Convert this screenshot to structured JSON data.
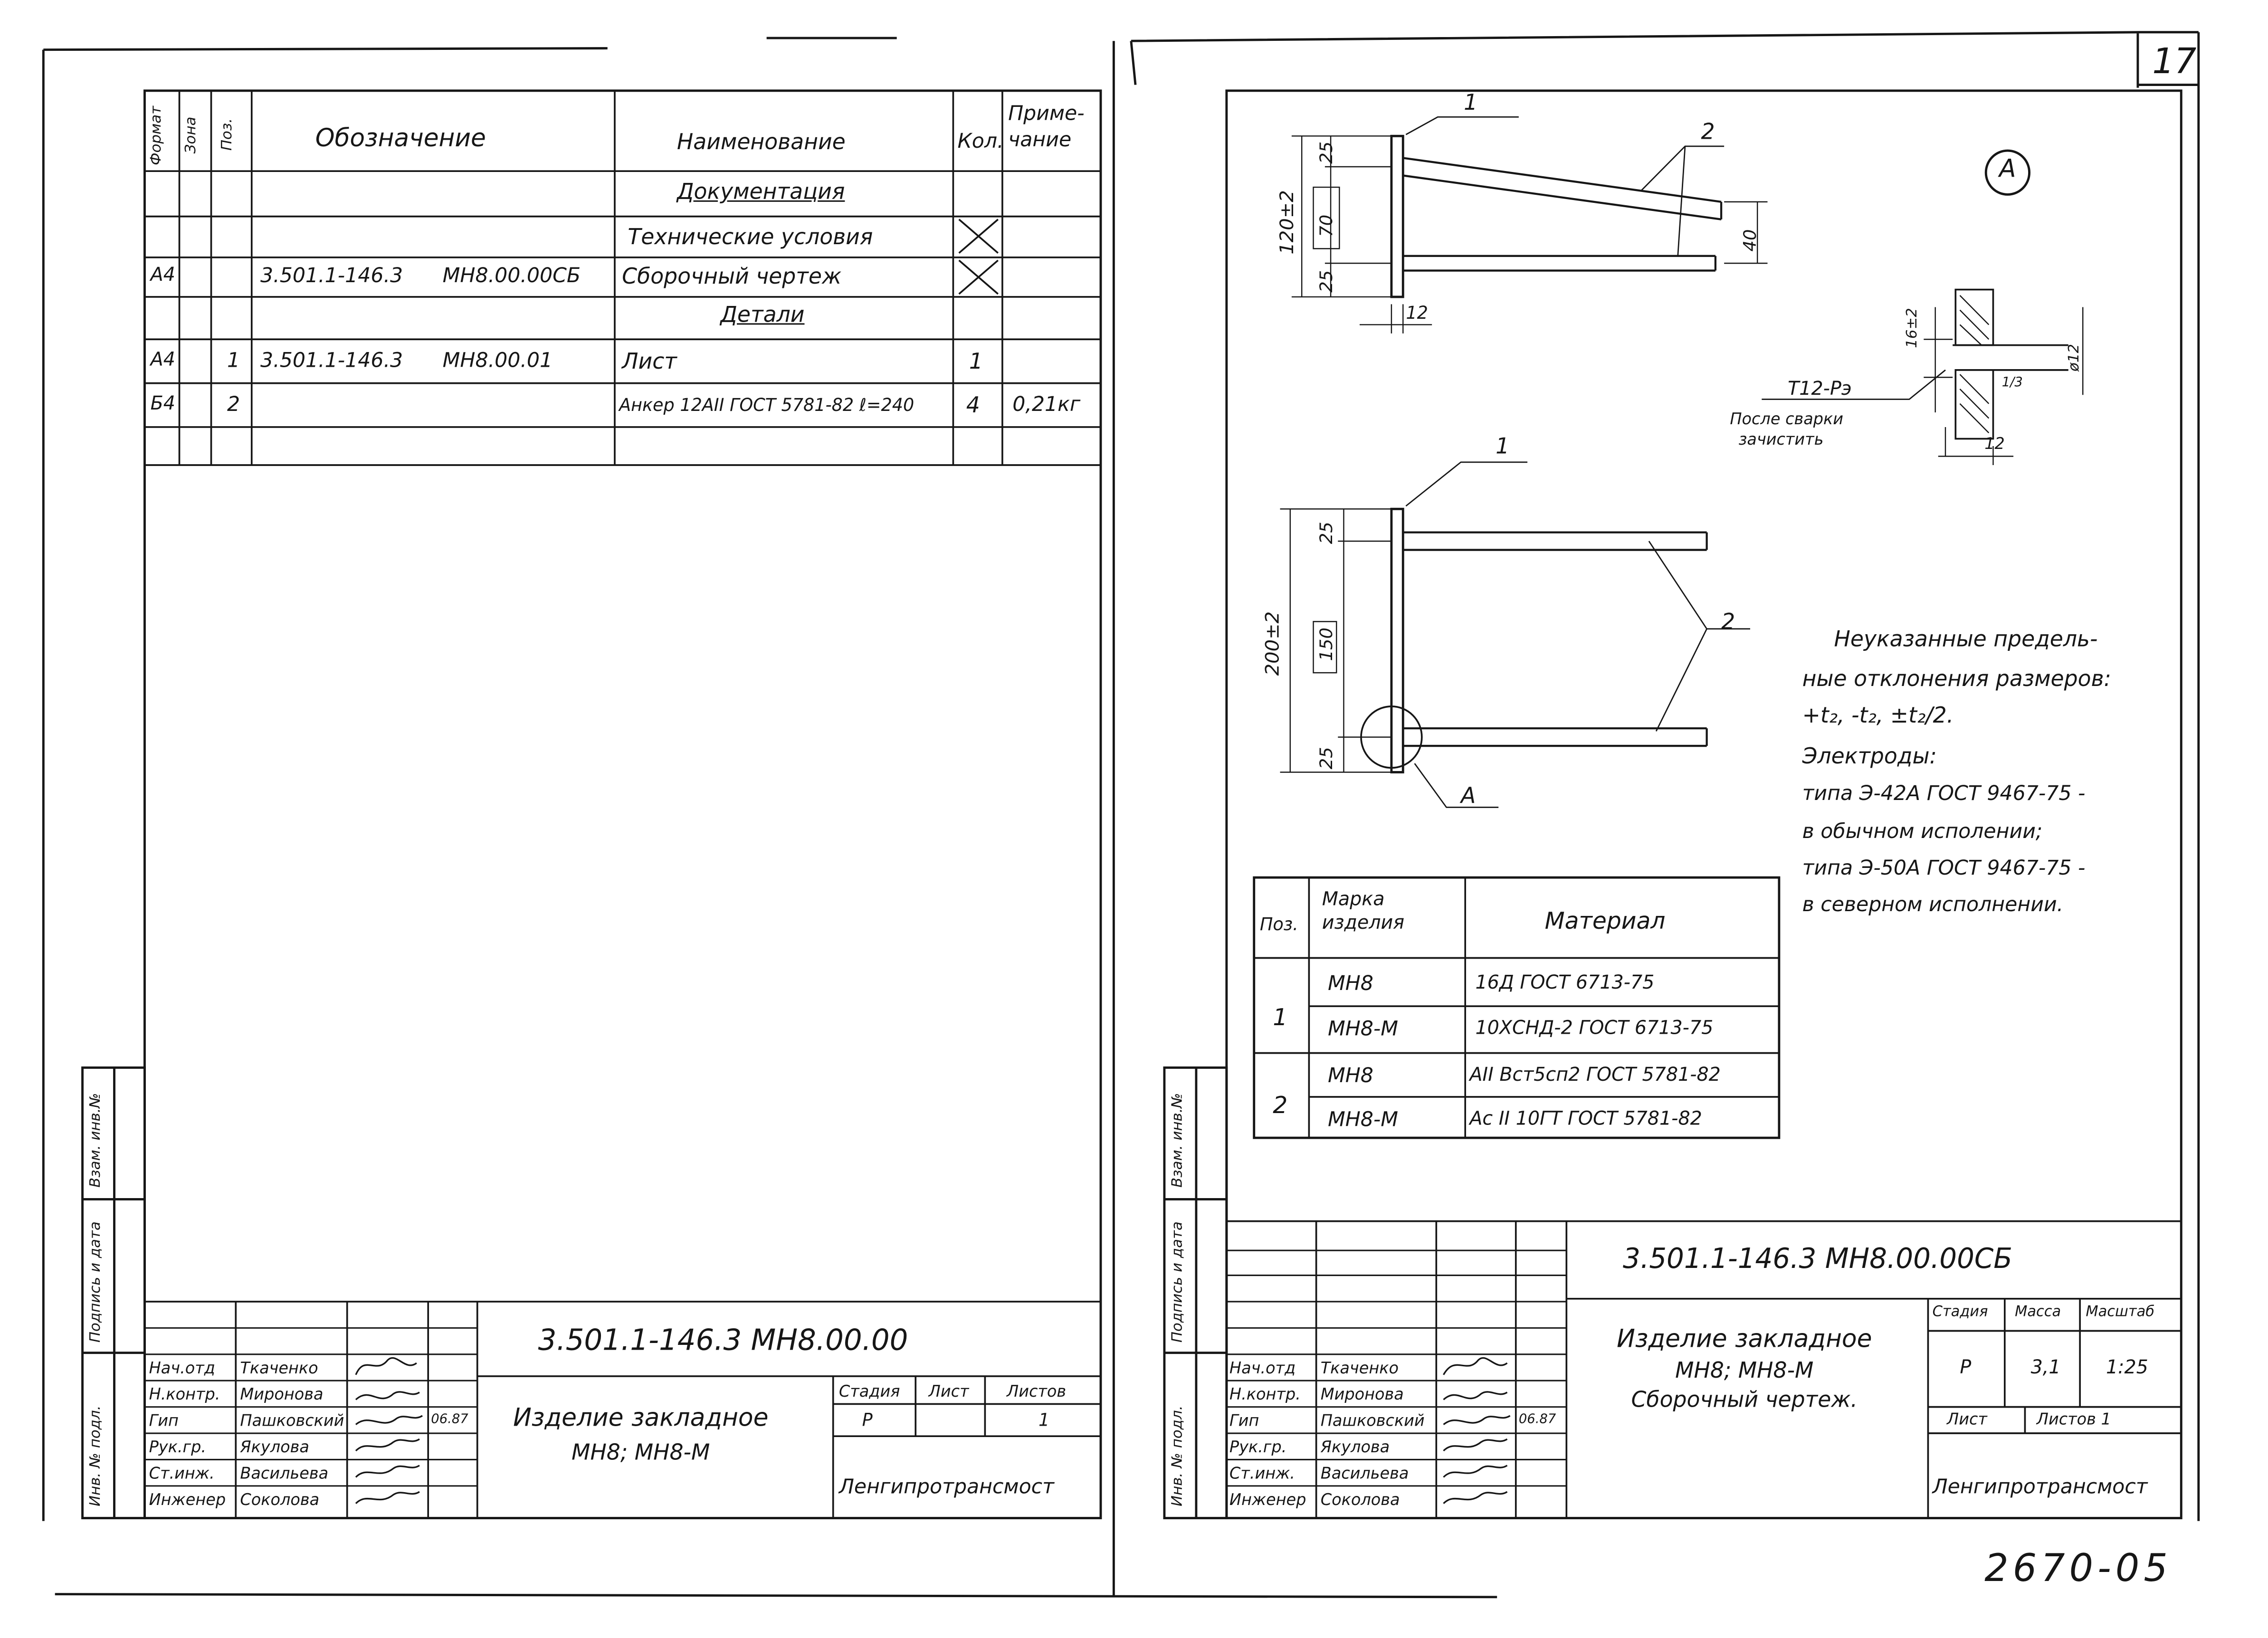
{
  "page_number": "17",
  "archive_number": "2670-05",
  "spec_table": {
    "headers": {
      "format": "Формат",
      "zone": "Зона",
      "pos": "Поз.",
      "designation": "Обозначение",
      "name": "Наименование",
      "qty": "Кол.",
      "note": "Приме-чание"
    },
    "sections": {
      "documentation": "Документация",
      "parts": "Детали"
    },
    "rows": [
      {
        "name": "Технические условия"
      },
      {
        "format": "А4",
        "designation": "3.501.1-146.3",
        "code": "МН8.00.00СБ",
        "name": "Сборочный чертеж"
      },
      {
        "format": "А4",
        "pos": "1",
        "designation": "3.501.1-146.3",
        "code": "МН8.00.01",
        "name": "Лист",
        "qty": "1"
      },
      {
        "format": "Б4",
        "pos": "2",
        "name": "Анкер 12АII ГОСТ 5781-82 ℓ=240",
        "qty": "4",
        "note": "0,21кг"
      }
    ]
  },
  "margin_labels": {
    "inv_no_orig": "Инв. № подл.",
    "sign_date": "Подпись и дата",
    "replace_inv": "Взам. инв.№"
  },
  "roles": [
    "Нач.отд",
    "Н.контр.",
    "Гип",
    "Рук.гр.",
    "Ст.инж.",
    "Инженер"
  ],
  "names": [
    "Ткаченко",
    "Миронова",
    "Пашковский",
    "Якулова",
    "Васильева",
    "Соколова"
  ],
  "sig_date": "06.87",
  "left_title": {
    "code": "3.501.1-146.3   МН8.00.00",
    "name_line1": "Изделие закладное",
    "name_line2": "МН8; МН8-М",
    "stage_label": "Стадия",
    "sheet_label": "Лист",
    "sheets_label": "Листов",
    "stage": "Р",
    "sheets": "1",
    "org": "Ленгипротрансмост"
  },
  "right_title": {
    "code": "3.501.1-146.3   МН8.00.00СБ",
    "name_line1": "Изделие закладное",
    "name_line2": "МН8; МН8-М",
    "name_line3": "Сборочный чертеж.",
    "stage_label": "Стадия",
    "mass_label": "Масса",
    "scale_label": "Масштаб",
    "stage": "Р",
    "mass": "3,1",
    "scale": "1:25",
    "sheet_label": "Лист",
    "sheets_label": "Листов 1",
    "org": "Ленгипротрансмост"
  },
  "drawing": {
    "pos1": "1",
    "pos2": "2",
    "detail": "А",
    "dims": {
      "h_top": "120±2",
      "d70": "70",
      "d25a": "25",
      "d25b": "25",
      "d12": "12",
      "d40": "40",
      "h_bot": "200±2",
      "d150": "150",
      "d25c": "25",
      "d25d": "25"
    },
    "weld": {
      "type": "Т12-Рэ",
      "note1": "После сварки",
      "note2": "зачистить",
      "k": "16±2",
      "d12": "ø12",
      "t": "12",
      "angle": "1/3"
    }
  },
  "notes": [
    "Неуказанные предель-",
    "ные отклонения размеров:",
    "+t₂, -t₂, ±t₂/2.",
    "Электроды:",
    "типа Э-42А ГОСТ 9467-75 -",
    "в обычном исполении;",
    "типа Э-50А ГОСТ 9467-75 -",
    "в северном исполнении."
  ],
  "material_table": {
    "headers": {
      "pos": "Поз.",
      "mark": "Марка изделия",
      "material": "Материал"
    },
    "rows": [
      {
        "pos": "1",
        "mark": "МН8",
        "material": "16Д ГОСТ 6713-75"
      },
      {
        "mark": "МН8-М",
        "material": "10ХСНД-2 ГОСТ 6713-75"
      },
      {
        "pos": "2",
        "mark": "МН8",
        "material": "AII Вст5сп2 ГОСТ 5781-82"
      },
      {
        "mark": "МН8-М",
        "material": "Ac II 10ГТ ГОСТ 5781-82"
      }
    ]
  }
}
